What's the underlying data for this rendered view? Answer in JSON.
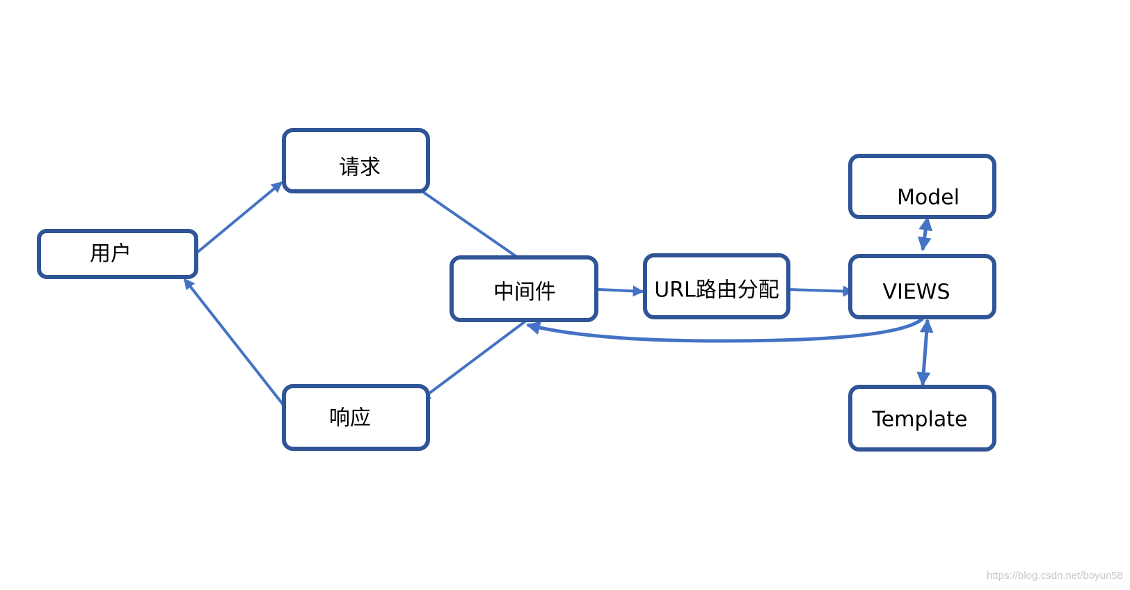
{
  "colors": {
    "node_border": "#2f5597",
    "edge": "#4472c4",
    "node_fill": "#ffffff",
    "label": "#000000",
    "watermark": "#c8c8c8"
  },
  "nodes": {
    "user": {
      "label": "用户"
    },
    "request": {
      "label": "请求"
    },
    "response": {
      "label": "响应"
    },
    "middleware": {
      "label": "中间件"
    },
    "url_routing": {
      "label": "URL路由分配"
    },
    "views": {
      "label": "VIEWS"
    },
    "model": {
      "label": "Model"
    },
    "template": {
      "label": "Template"
    }
  },
  "edges": [
    {
      "from": "user",
      "to": "request"
    },
    {
      "from": "request",
      "to": "middleware"
    },
    {
      "from": "middleware",
      "to": "url_routing"
    },
    {
      "from": "url_routing",
      "to": "views"
    },
    {
      "from": "views",
      "to": "model",
      "bidirectional": true
    },
    {
      "from": "views",
      "to": "template",
      "bidirectional": true
    },
    {
      "from": "views",
      "to": "middleware"
    },
    {
      "from": "middleware",
      "to": "response"
    },
    {
      "from": "response",
      "to": "user"
    }
  ],
  "watermark": "https://blog.csdn.net/boyun58"
}
